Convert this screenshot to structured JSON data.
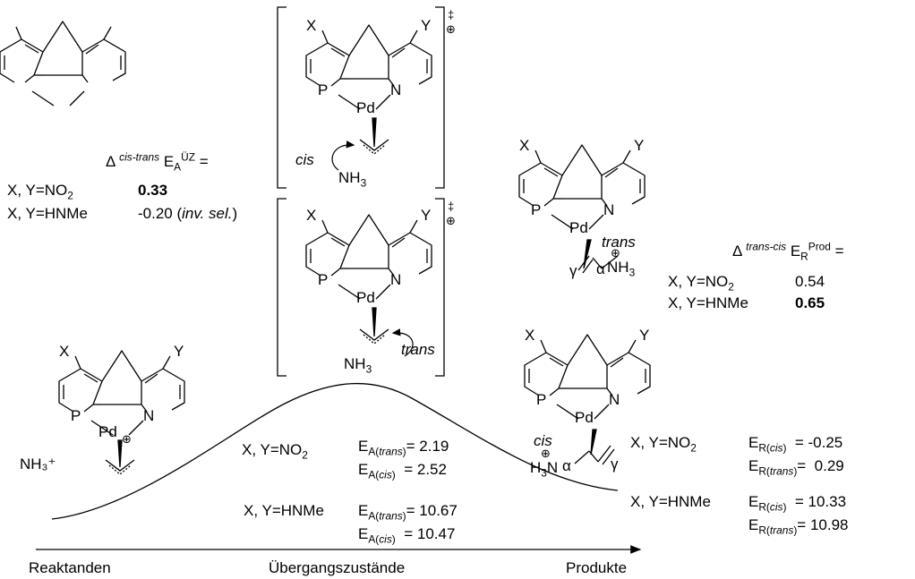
{
  "axis": {
    "start": "Reaktanden",
    "middle": "Übergangszustände",
    "end": "Produkte"
  },
  "atoms": {
    "x": "X",
    "y": "Y",
    "p": "P",
    "n": "N",
    "pd": "Pd",
    "charge": "⊕",
    "dagger": "‡",
    "nh3_plus": "NH₃⁺",
    "nh3": "NH",
    "nh3_sub": "3",
    "alpha": "α",
    "gamma": "γ"
  },
  "ts_labels": {
    "cis": "cis",
    "trans": "trans"
  },
  "prod_labels": {
    "trans": "trans",
    "cis": "cis"
  },
  "delta_ts": {
    "delta": "Δ",
    "superscript": "cis-trans",
    "symbol": "E",
    "sub": "A",
    "sup2": "ÜZ",
    "equals": "=",
    "rows": [
      {
        "label": "X, Y=NO",
        "label_sub": "2",
        "value": "0.33",
        "note": ""
      },
      {
        "label": "X, Y=HNMe",
        "label_sub": "",
        "value": "-0.20",
        "note": "inv. sel."
      }
    ]
  },
  "delta_prod": {
    "delta": "Δ",
    "superscript": "trans-cis",
    "symbol": "E",
    "sub": "R",
    "sup2": "Prod",
    "equals": "=",
    "rows": [
      {
        "label": "X, Y=NO",
        "label_sub": "2",
        "value": "0.54"
      },
      {
        "label": "X, Y=HNMe",
        "label_sub": "",
        "value": "0.65"
      }
    ]
  },
  "ts_energies": [
    {
      "label": "X, Y=NO",
      "label_sub": "2",
      "entries": [
        {
          "sub": "A(",
          "form": "trans",
          "value": "2.19"
        },
        {
          "sub": "A(",
          "form": "cis",
          "value": "2.52"
        }
      ]
    },
    {
      "label": "X, Y=HNMe",
      "label_sub": "",
      "entries": [
        {
          "sub": "A(",
          "form": "trans",
          "value": "10.67"
        },
        {
          "sub": "A(",
          "form": "cis",
          "value": "10.47"
        }
      ]
    }
  ],
  "prod_energies": [
    {
      "label": "X, Y=NO",
      "label_sub": "2",
      "entries": [
        {
          "sub": "R(",
          "form": "cis",
          "value": "-0.25"
        },
        {
          "sub": "R(",
          "form": "trans",
          "value": "0.29"
        }
      ]
    },
    {
      "label": "X, Y=HNMe",
      "label_sub": "",
      "entries": [
        {
          "sub": "R(",
          "form": "cis",
          "value": "10.33"
        },
        {
          "sub": "R(",
          "form": "trans",
          "value": "10.98"
        }
      ]
    }
  ]
}
